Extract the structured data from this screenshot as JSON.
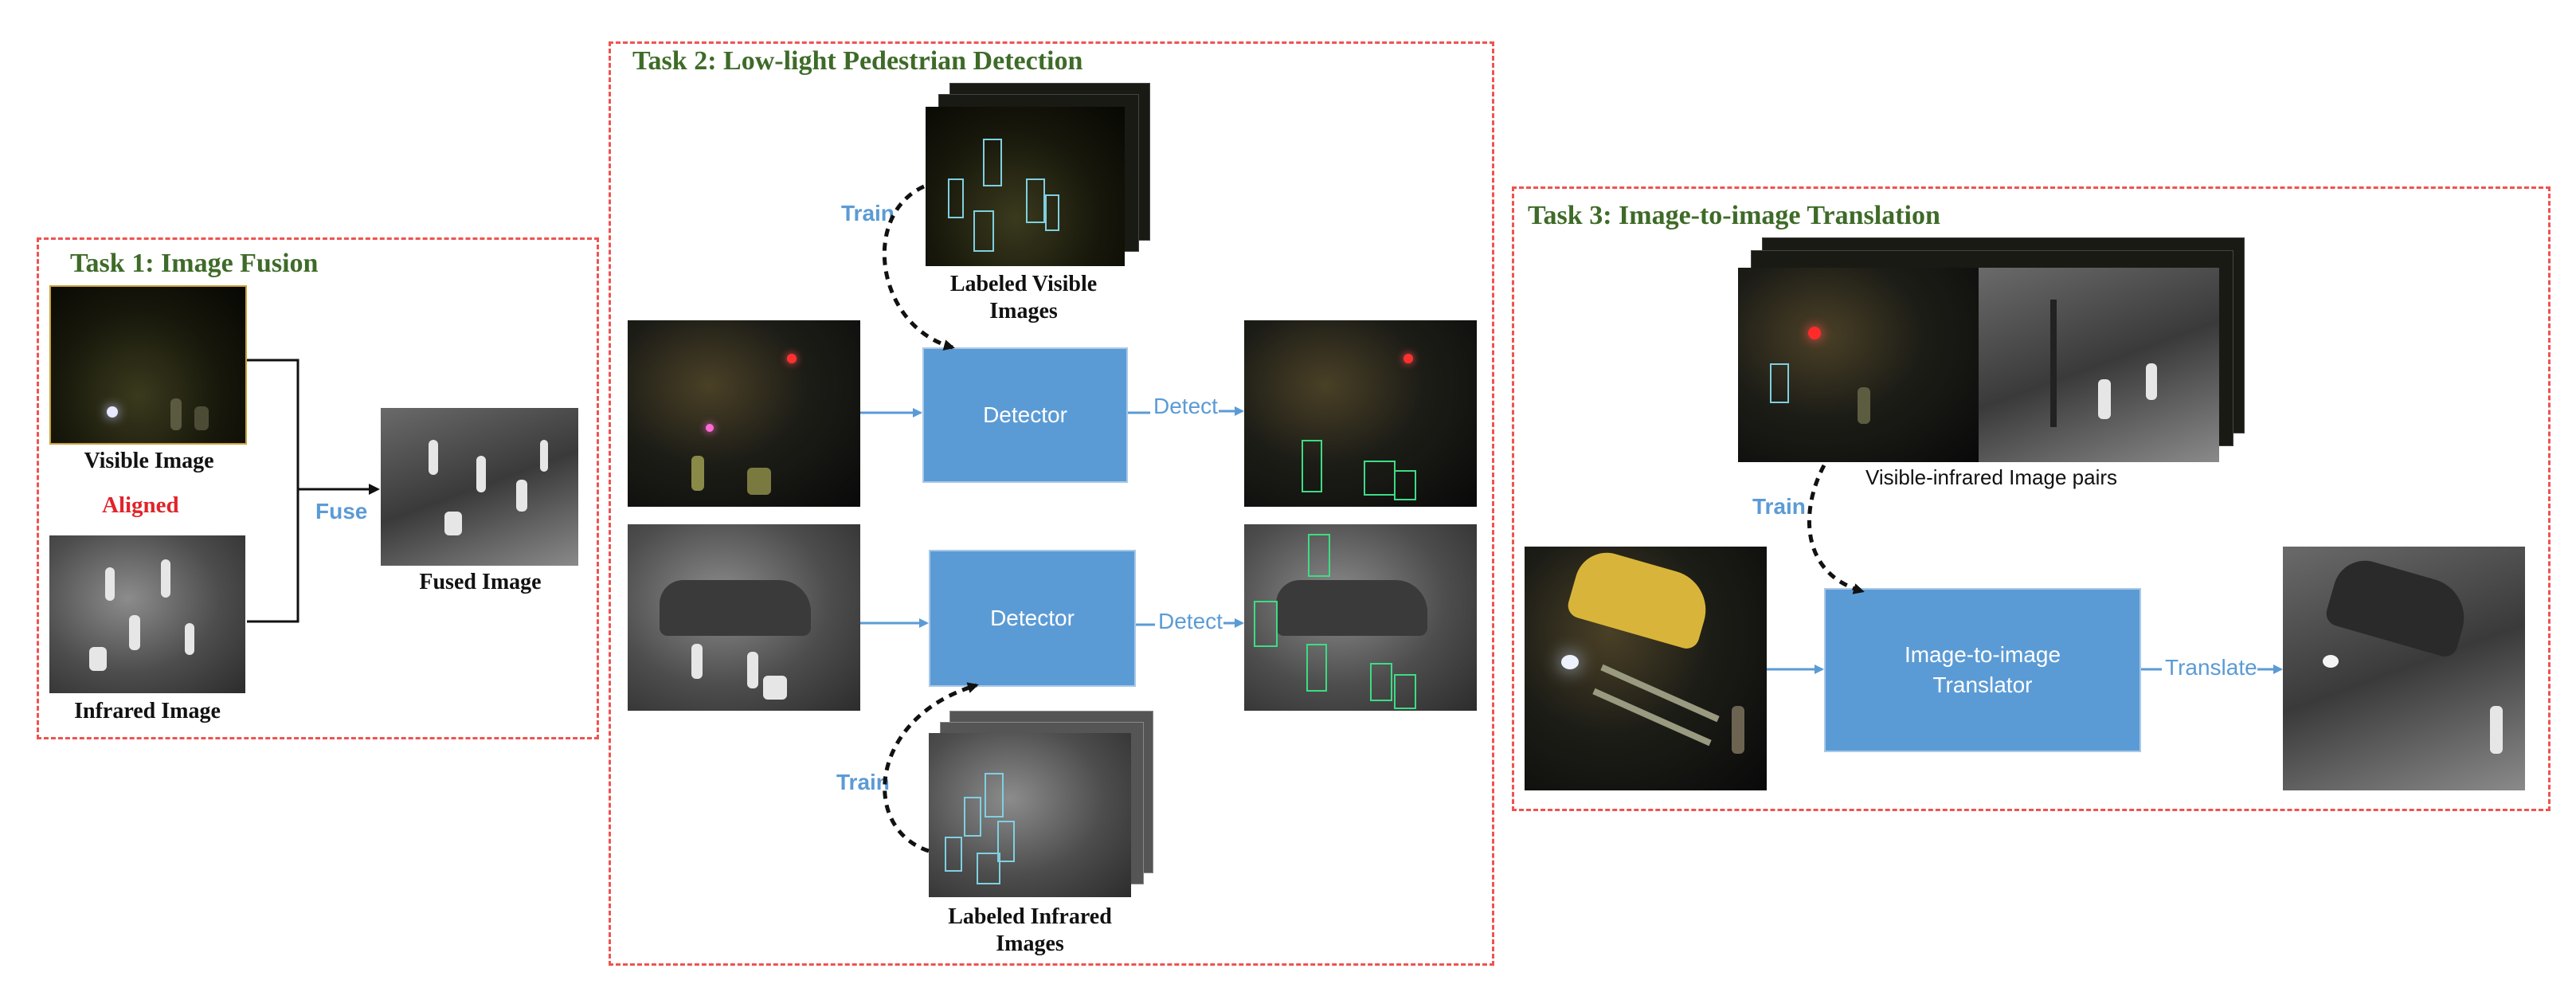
{
  "task1": {
    "title": "Task 1: Image Fusion",
    "visible_caption": "Visible Image",
    "aligned_label": "Aligned",
    "infrared_caption": "Infrared Image",
    "fuse_label": "Fuse",
    "fused_caption": "Fused Image"
  },
  "task2": {
    "title": "Task 2: Low-light Pedestrian Detection",
    "train_label_top": "Train",
    "labeled_visible_caption": "Labeled Visible Images",
    "detector_top": "Detector",
    "detect_label_top": "Detect",
    "detector_bottom": "Detector",
    "detect_label_bottom": "Detect",
    "train_label_bottom": "Train",
    "labeled_infrared_caption": "Labeled Infrared Images"
  },
  "task3": {
    "title": "Task 3: Image-to-image Translation",
    "pairs_caption": "Visible-infrared Image pairs",
    "train_label": "Train",
    "translator_label": "Image-to-image Translator",
    "translate_label": "Translate"
  },
  "colors": {
    "panel_border": "#ef5350",
    "title_green": "#3e6b28",
    "accent_blue": "#5b9bd5",
    "aligned_red": "#e0242b"
  }
}
